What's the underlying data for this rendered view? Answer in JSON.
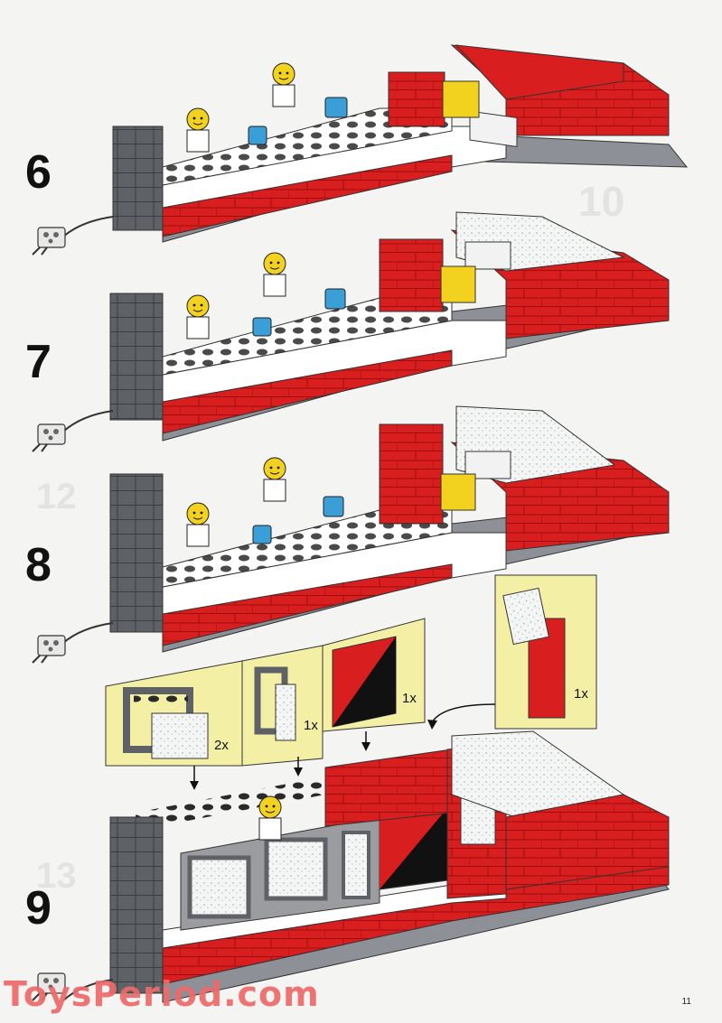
{
  "steps": [
    {
      "number": "6"
    },
    {
      "number": "7"
    },
    {
      "number": "8"
    },
    {
      "number": "9"
    }
  ],
  "parts_callouts": [
    {
      "qty": "2x",
      "part": "window-frame-with-glass"
    },
    {
      "qty": "1x",
      "part": "door-frame-with-door"
    },
    {
      "qty": "1x",
      "part": "red-black-panel"
    },
    {
      "qty": "1x",
      "part": "red-door-with-window"
    }
  ],
  "page_number": "11",
  "watermark": "ToysPeriod.com",
  "colors": {
    "red": "#d81e1e",
    "white": "#ffffff",
    "dark_gray": "#5e6166",
    "gray": "#8d9096",
    "yellow": "#f2d21e",
    "callout_bg": "#f3f0a6",
    "blue": "#3a9fd6"
  }
}
